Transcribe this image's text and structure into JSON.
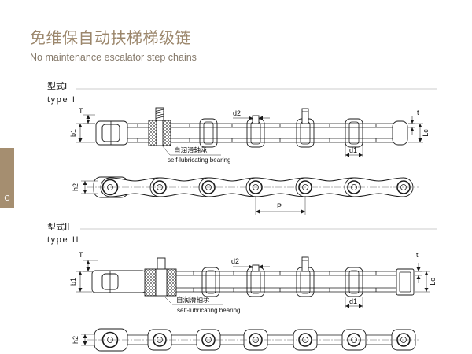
{
  "header": {
    "title": "免维保自动扶梯梯级链",
    "subtitle": "No maintenance escalator step chains"
  },
  "side_tab": {
    "letter": "C"
  },
  "colors": {
    "title": "#9b866b",
    "subtitle": "#85796a",
    "tab": "#a58e70",
    "drawing_line": "#1a1a1a",
    "guide_line": "#9a9a9a"
  },
  "type_1": {
    "label_cn": "型式I",
    "label_en": "type I",
    "dimensions": {
      "T": "T",
      "d2": "d2",
      "t": "t",
      "b1": "b1",
      "Lc": "Lc",
      "d1": "d1",
      "h2": "h2",
      "P": "P"
    },
    "bearing_callout": {
      "cn": "自润滑轴承",
      "en": "self-lubricating bearing"
    }
  },
  "type_2": {
    "label_cn": "型式II",
    "label_en": "type II",
    "dimensions": {
      "T": "T",
      "d2": "d2",
      "t": "t",
      "b1": "b1",
      "Lc": "Lc",
      "d1": "d1",
      "h2": "h2"
    },
    "bearing_callout": {
      "cn": "自润滑轴承",
      "en": "self-lubricating bearing"
    }
  }
}
